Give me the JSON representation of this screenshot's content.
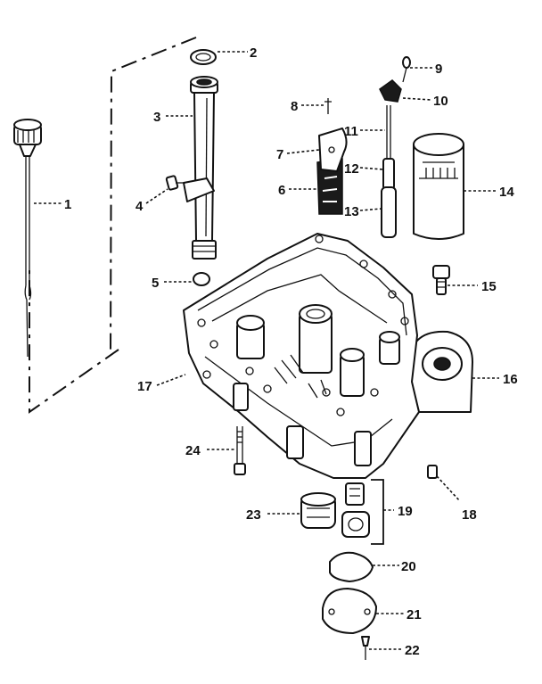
{
  "callouts": {
    "p1": "1",
    "p2": "2",
    "p3": "3",
    "p4": "4",
    "p5": "5",
    "p6": "6",
    "p7": "7",
    "p8": "8",
    "p9": "9",
    "p10": "10",
    "p11": "11",
    "p12": "12",
    "p13": "13",
    "p14": "14",
    "p15": "15",
    "p16": "16",
    "p17": "17",
    "p18": "18",
    "p19": "19",
    "p20": "20",
    "p21": "21",
    "p22": "22",
    "p23": "23",
    "p24": "24"
  }
}
